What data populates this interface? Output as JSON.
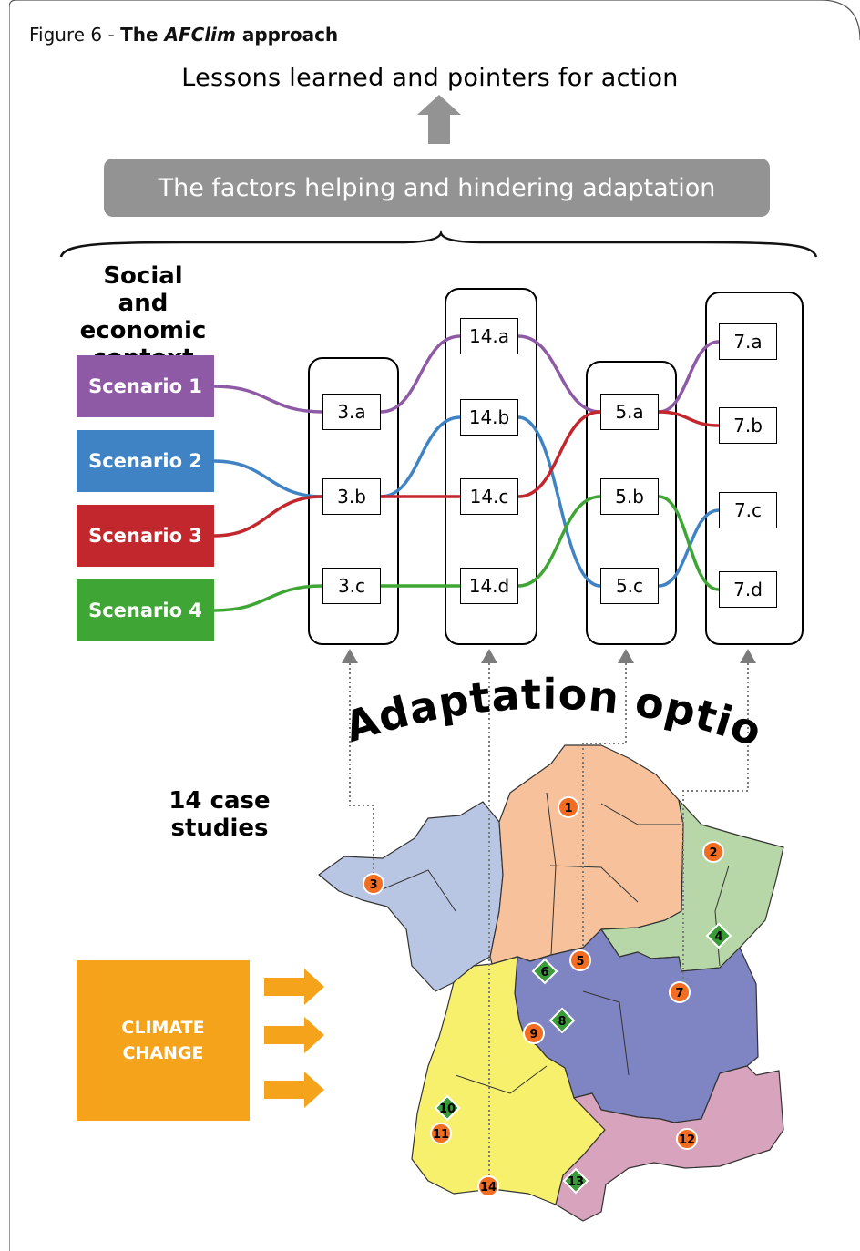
{
  "figure": {
    "caption_prefix": "Figure 6 - ",
    "caption_the": "The ",
    "caption_name": "AFClim",
    "caption_suffix": " approach"
  },
  "top": {
    "lessons": "Lessons learned and pointers for action",
    "factors": "The factors helping and hindering adaptation"
  },
  "context_label": "Social and economic context",
  "scenarios": [
    {
      "label": "Scenario 1",
      "color": "#8f5aa5"
    },
    {
      "label": "Scenario 2",
      "color": "#3f83c5"
    },
    {
      "label": "Scenario 3",
      "color": "#c1272d"
    },
    {
      "label": "Scenario 4",
      "color": "#3fa535"
    }
  ],
  "columns": [
    {
      "options": [
        "3.a",
        "3.b",
        "3.c"
      ]
    },
    {
      "options": [
        "14.a",
        "14.b",
        "14.c",
        "14.d"
      ]
    },
    {
      "options": [
        "5.a",
        "5.b",
        "5.c"
      ]
    },
    {
      "options": [
        "7.a",
        "7.b",
        "7.c",
        "7.d"
      ]
    }
  ],
  "adaptation_label": "Adaptation option",
  "case_studies_label": "14 case studies",
  "climate_change": {
    "line1": "CLIMATE",
    "line2": "CHANGE",
    "color": "#f5a31a"
  },
  "case_markers": {
    "circles": [
      "1",
      "2",
      "3",
      "5",
      "7",
      "9",
      "11",
      "12",
      "14"
    ],
    "diamonds": [
      "4",
      "6",
      "8",
      "10",
      "13"
    ]
  },
  "colors": {
    "gray": "#939393",
    "peach": "#f7c29b",
    "lightgreen": "#b7d7a8",
    "lightblue": "#b9c6e3",
    "purple": "#7f84c2",
    "yellow": "#f7f06c",
    "pink": "#d8a3bd",
    "marker_orange": "#f26c21",
    "marker_green": "#3a9a3a"
  }
}
